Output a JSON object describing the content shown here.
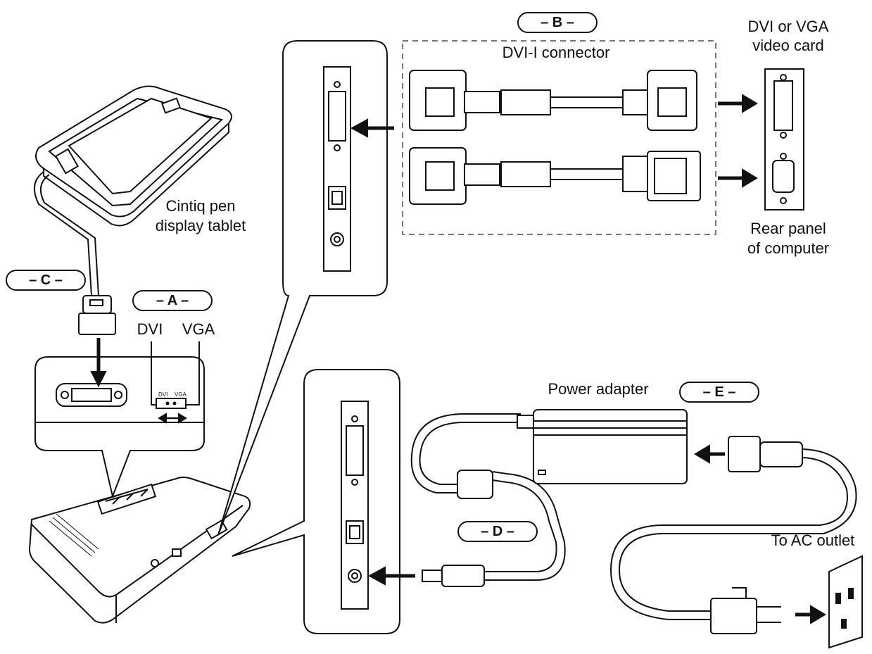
{
  "callouts": {
    "a": "– A –",
    "b": "– B –",
    "c": "– C –",
    "d": "– D –",
    "e": "– E –"
  },
  "labels": {
    "dvi_connector": "DVI-I connector",
    "video_card_line1": "DVI or VGA",
    "video_card_line2": "video card",
    "rear_panel_line1": "Rear panel",
    "rear_panel_line2": "of computer",
    "tablet_line1": "Cintiq pen",
    "tablet_line2": "display tablet",
    "dvi": "DVI",
    "vga": "VGA",
    "switch_dvi": "DVI",
    "switch_vga": "VGA",
    "power_adapter": "Power adapter",
    "ac_outlet": "To AC outlet"
  },
  "colors": {
    "line": "#111111",
    "dashed_box": "#777777",
    "fill": "#ffffff"
  },
  "icons": [
    "arrow-right-icon",
    "arrow-left-icon",
    "arrow-down-icon",
    "double-arrow-icon"
  ]
}
